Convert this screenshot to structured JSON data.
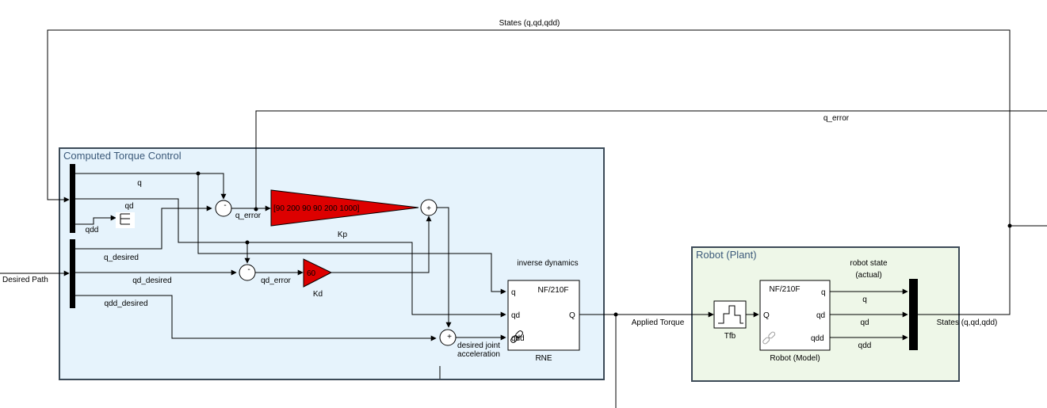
{
  "top_signal": "States (q,qd,qdd)",
  "q_error_out": "q_error",
  "areas": {
    "control": "Computed Torque Control",
    "plant": "Robot (Plant)"
  },
  "inputs": {
    "desired_path": "Desired Path"
  },
  "demux_states": {
    "q": "q",
    "qd": "qd",
    "qdd": "qdd"
  },
  "demux_desired": {
    "q": "q_desired",
    "qd": "qd_desired",
    "qdd": "qdd_desired"
  },
  "signals": {
    "q_error": "q_error",
    "qd_error": "qd_error",
    "desired_accel_1": "desired joint",
    "desired_accel_2": "acceleration",
    "applied_torque": "Applied Torque",
    "states_out": "States (q,qd,qdd)",
    "robot_q": "q",
    "robot_qd": "qd",
    "robot_qdd": "qdd"
  },
  "blocks": {
    "kp_value": "[90 200 90 90 200 1000]",
    "kp_label": "Kp",
    "kd_value": "60",
    "kd_label": "Kd",
    "inverse_dynamics_title": "inverse dynamics",
    "rne_header": "NF/210F",
    "rne_label": "RNE",
    "rne_in_q": "q",
    "rne_in_qd": "qd",
    "rne_in_qdd": "qdd",
    "rne_out_Q": "Q",
    "tfb_label": "Tfb",
    "robot_header": "NF/210F",
    "robot_label": "Robot (Model)",
    "robot_in_Q": "Q",
    "robot_out_q": "q",
    "robot_out_qd": "qd",
    "robot_out_qdd": "qdd",
    "robot_state_1": "robot state",
    "robot_state_2": "(actual)"
  },
  "colors": {
    "control_bg": "#e6f3fc",
    "plant_bg": "#eef7e8",
    "area_border": "#3c4a57",
    "gain_fill": "#dd0000"
  }
}
